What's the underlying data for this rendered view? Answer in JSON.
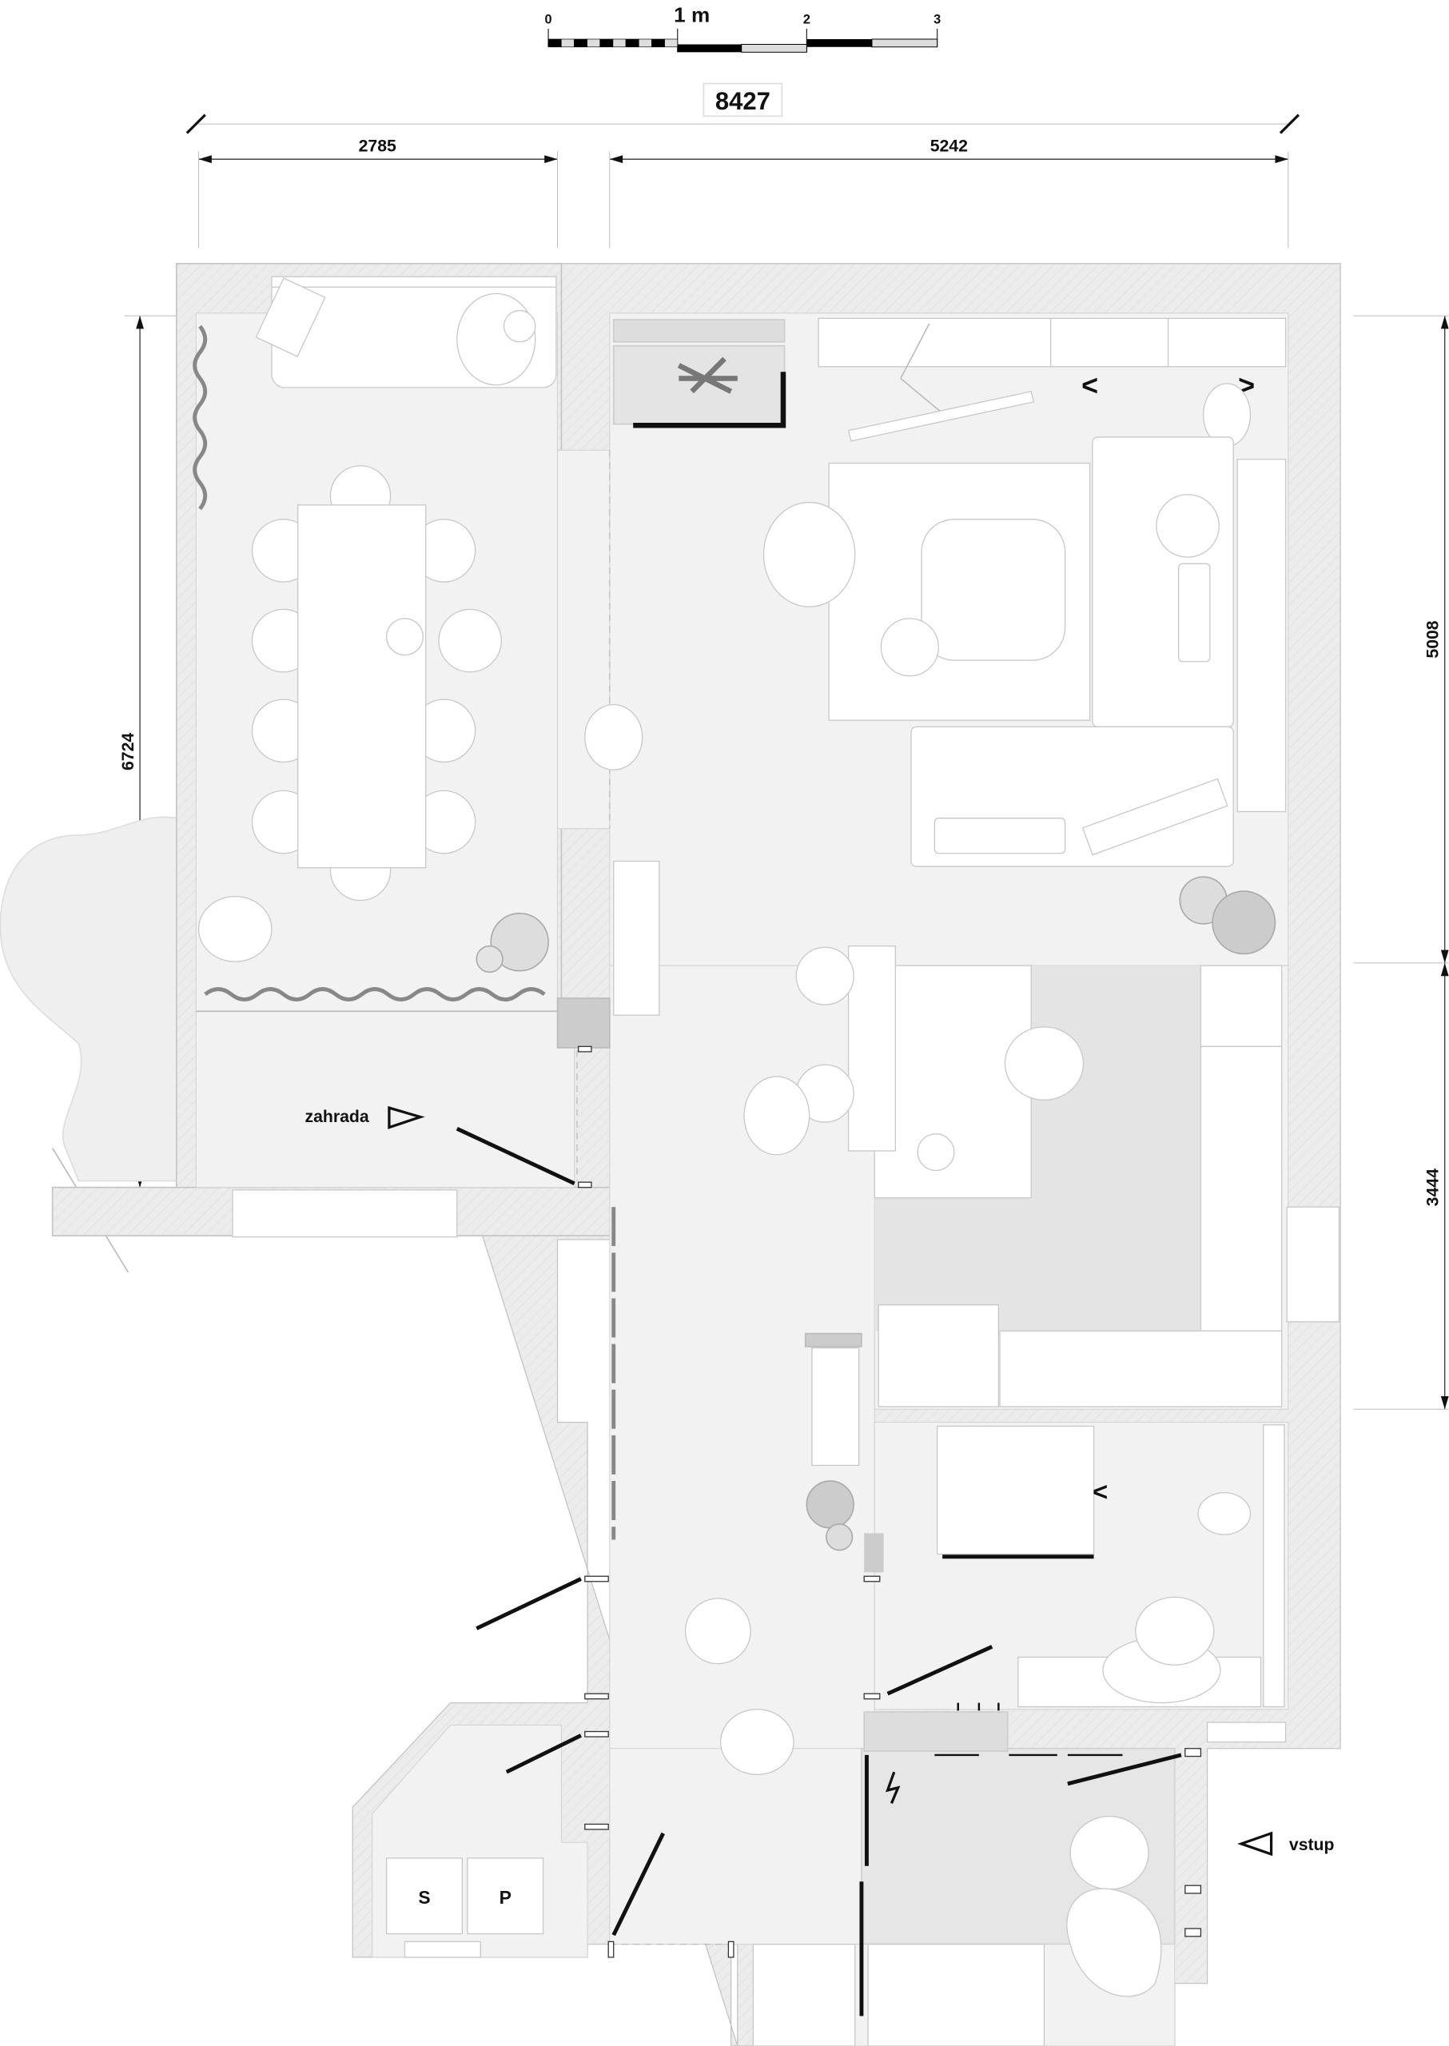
{
  "scale_bar": {
    "ticks": [
      "0",
      "1 m",
      "2",
      "3"
    ]
  },
  "dimensions": {
    "total_width": "8427",
    "left_width": "2785",
    "right_width": "5242",
    "left_depth": "6724",
    "right_upper_depth": "5008",
    "right_lower_depth": "3444"
  },
  "labels": {
    "garden": "zahrada",
    "entrance": "vstup",
    "storage_s": "S",
    "storage_p": "P"
  },
  "colors": {
    "wall": "#e9e9e9",
    "floor": "#f2f2f2",
    "door": "#111111"
  }
}
